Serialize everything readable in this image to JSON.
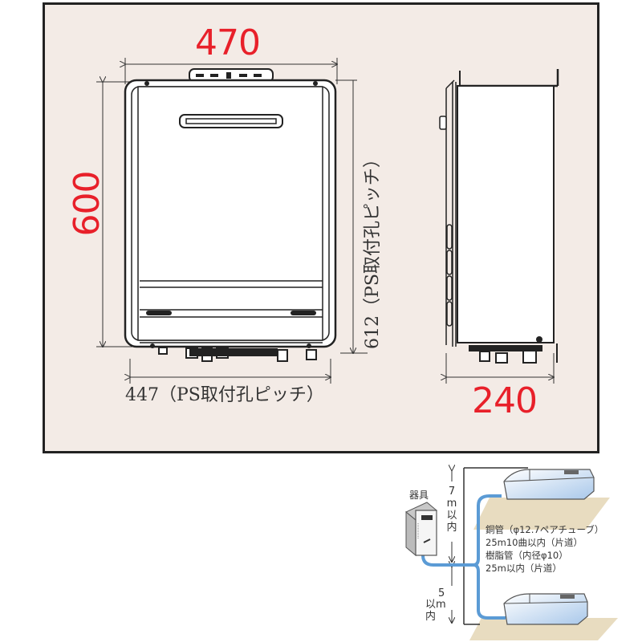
{
  "drawing": {
    "background_color": "#f3ebe6",
    "dimension_color": "#e8202a",
    "front_view": {
      "width_label": "470",
      "height_label": "600",
      "mount_pitch_horizontal_label": "447（PS取付孔ピッチ）",
      "mount_pitch_vertical_label": "612（PS取付孔ピッチ）"
    },
    "side_view": {
      "depth_label": "240"
    }
  },
  "installation_diagram": {
    "device_label": "器具",
    "vertical_limit_up": "7m以内",
    "vertical_limit_up_chars": [
      "7",
      "m",
      "以",
      "内"
    ],
    "vertical_limit_down": "5m以内",
    "vertical_limit_down_lines": [
      "5",
      "以m",
      "内"
    ],
    "pipe_color": "#5b9bd5",
    "notes": [
      "銅管（φ12.7ペアチューブ）",
      "25m10曲以内（片道）",
      "樹脂管（内径φ10）",
      "25m以内（片道）"
    ]
  }
}
